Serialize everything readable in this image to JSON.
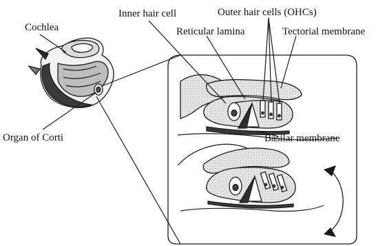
{
  "figure": {
    "labels": {
      "cochlea": "Cochlea",
      "organ_of_corti": "Organ of Corti",
      "inner_hair_cell": "Inner hair cell",
      "outer_hair_cells": "Outer hair cells (OHCs)",
      "reticular_lamina": "Reticular lamina",
      "tectorial_membrane": "Tectorial membrane",
      "basilar_membrane": "Basilar membrane"
    },
    "colors": {
      "ink": "#1a1a1a",
      "fill_light": "#e9e9e9",
      "fill_mid": "#cfcfcf",
      "fill_dark": "#3a3a3a"
    }
  }
}
